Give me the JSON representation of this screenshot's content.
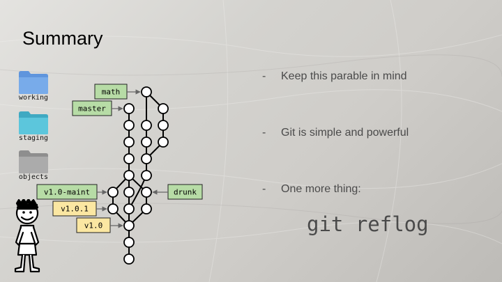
{
  "slide": {
    "title": "Summary",
    "bullets": [
      {
        "dash": "-",
        "text": "Keep this parable in mind"
      },
      {
        "dash": "-",
        "text": "Git is simple and powerful"
      },
      {
        "dash": "-",
        "text": "One more thing:"
      }
    ],
    "code": "git reflog"
  },
  "folders": [
    {
      "label": "working",
      "color": "#5f95dd"
    },
    {
      "label": "staging",
      "color": "#4fb8cf"
    },
    {
      "label": "objects",
      "color": "#9c9c9c"
    }
  ],
  "refs": {
    "math": "math",
    "master": "master",
    "maint": "v1.0-maint",
    "v101": "v1.0.1",
    "v10": "v1.0",
    "drunk": "drunk"
  },
  "colors": {
    "branch_fill": "#b7dca6",
    "tag_fill": "#fbe7a2",
    "text": "#4a4a4a"
  }
}
